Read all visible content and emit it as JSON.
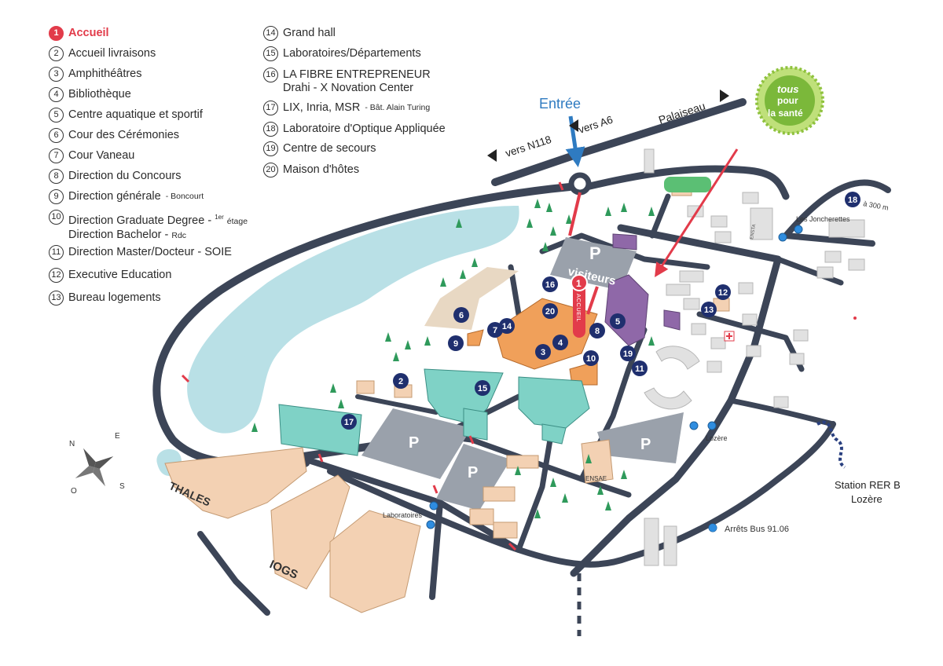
{
  "legend": {
    "items": [
      {
        "num": "1",
        "label": "Accueil",
        "note": ""
      },
      {
        "num": "2",
        "label": "Accueil livraisons",
        "note": ""
      },
      {
        "num": "3",
        "label": "Amphithéâtres",
        "note": ""
      },
      {
        "num": "4",
        "label": "Bibliothèque",
        "note": ""
      },
      {
        "num": "5",
        "label": "Centre aquatique et sportif",
        "note": ""
      },
      {
        "num": "6",
        "label": "Cour des Cérémonies",
        "note": ""
      },
      {
        "num": "7",
        "label": "Cour Vaneau",
        "note": ""
      },
      {
        "num": "8",
        "label": "Direction du Concours",
        "note": ""
      },
      {
        "num": "9",
        "label": "Direction générale",
        "note": "- Boncourt"
      },
      {
        "num": "10",
        "label": "Direction Graduate Degree -",
        "sup": "1er",
        "note": "étage",
        "label2": "Direction Bachelor -",
        "note2": "Rdc"
      },
      {
        "num": "11",
        "label": "Direction Master/Docteur - SOIE",
        "note": ""
      },
      {
        "num": "12",
        "label": "Executive Education",
        "note": ""
      },
      {
        "num": "13",
        "label": "Bureau logements",
        "note": ""
      },
      {
        "num": "14",
        "label": "Grand hall",
        "note": ""
      },
      {
        "num": "15",
        "label": "Laboratoires/Départements",
        "note": ""
      },
      {
        "num": "16",
        "label": "LA FIBRE ENTREPRENEUR",
        "label2": "Drahi - X Novation Center",
        "note": ""
      },
      {
        "num": "17",
        "label": "LIX, Inria, MSR",
        "note": "- Bât. Alain Turing"
      },
      {
        "num": "18",
        "label": "Laboratoire d'Optique Appliquée",
        "note": ""
      },
      {
        "num": "19",
        "label": "Centre de secours",
        "note": ""
      },
      {
        "num": "20",
        "label": "Maison d'hôtes",
        "note": ""
      }
    ]
  },
  "map": {
    "entree": "Entrée",
    "vers_n118": "vers N118",
    "vers_a6": "vers A6",
    "palaiseau": "Palaiseau",
    "parking_visiteurs_p": "P",
    "parking_visiteurs": "visiteurs",
    "parking_p": "P",
    "accueil_vertical": "ACCUEIL",
    "accueil_num": "1",
    "les_joncherettes": "Les Joncherettes",
    "marker_18": "18",
    "a_300m": "à 300 m",
    "ensta": "ENSTA",
    "lozere": "Lozère",
    "laboratoires": "Laboratoires",
    "ensae": "ENSAE",
    "thales": "THALES",
    "iogs": "IOGS",
    "station": "Station RER B",
    "station2": "Lozère",
    "arrets_bus": "Arrêts Bus 91.06",
    "logo_line1": "tous",
    "logo_line2": "pour",
    "logo_line3": "la santé",
    "compass": {
      "n": "N",
      "e": "E",
      "s": "S",
      "o": "O"
    },
    "markers": [
      "2",
      "3",
      "4",
      "5",
      "6",
      "7",
      "8",
      "9",
      "10",
      "11",
      "12",
      "13",
      "14",
      "15",
      "16",
      "17",
      "19",
      "20"
    ]
  },
  "colors": {
    "road": "#3c4557",
    "water": "#b9e0e6",
    "parking": "#9aa1ab",
    "lab_building": "#7fd2c6",
    "main_building": "#f0a05a",
    "sport_building": "#8f68a8",
    "other_building": "#f3d1b3",
    "gray_building": "#e1e1e1",
    "marker": "#1f2f6e",
    "accent_red": "#e23b4a",
    "entree_blue": "#2f7bc1",
    "tree": "#2f9a5b"
  }
}
